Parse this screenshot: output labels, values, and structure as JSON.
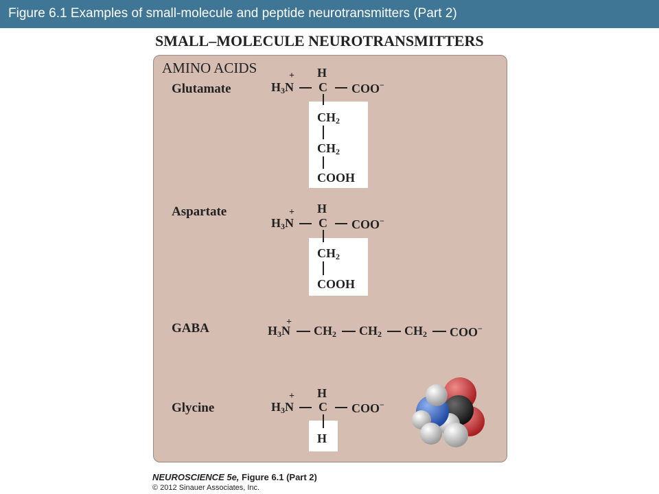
{
  "title_bar": {
    "text": "Figure 6.1  Examples of small-molecule and peptide neurotransmitters (Part 2)"
  },
  "heading": "SMALL–MOLECULE NEUROTRANSMITTERS",
  "section": "AMINO ACIDS",
  "atoms": {
    "H": "H",
    "C": "C",
    "N": "N",
    "O": "O",
    "COO": "COO",
    "COOH": "COOH",
    "CH": "CH",
    "sub2": "2",
    "sub3": "3",
    "plus": "+",
    "minus": "−"
  },
  "molecules": {
    "glutamate": {
      "name": "Glutamate"
    },
    "aspartate": {
      "name": "Aspartate"
    },
    "gaba": {
      "name": "GABA"
    },
    "glycine": {
      "name": "Glycine"
    }
  },
  "colors": {
    "title_bar": "#3f7696",
    "panel": "#d6bdb2",
    "nitrogen": "#3a63b8",
    "oxygen": "#cc3333",
    "carbon": "#2b2b2b",
    "hydrogen": "#d9d9d9"
  },
  "footer": {
    "book": "NEUROSCIENCE 5e,",
    "figure": "Figure 6.1 (Part 2)",
    "copyright": "© 2012 Sinauer Associates, Inc."
  }
}
